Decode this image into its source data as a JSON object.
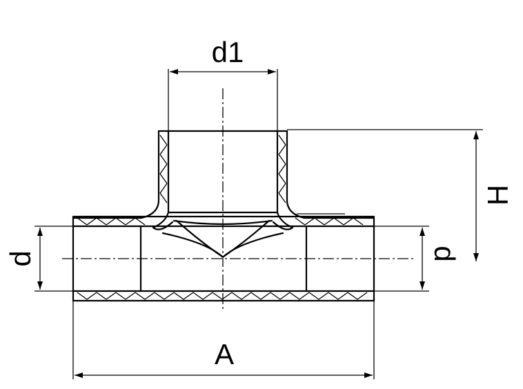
{
  "labels": {
    "d1": "d1",
    "d_left": "d",
    "d_right": "d",
    "H": "H",
    "A": "A"
  },
  "colors": {
    "line": "#000000",
    "background": "#ffffff"
  }
}
